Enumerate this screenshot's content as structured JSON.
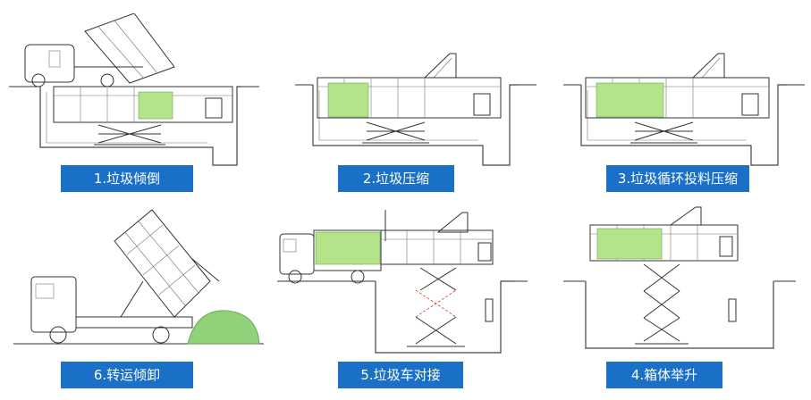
{
  "colors": {
    "label_bg": "#1a6fc6",
    "label_text": "#ffffff",
    "compartment": "#b5e38a",
    "garbage_pile": "#8fd27a",
    "line": "#333333"
  },
  "steps": [
    {
      "label": "1.垃圾倾倒"
    },
    {
      "label": "2.垃圾压缩"
    },
    {
      "label": "3.垃圾循环投料压缩"
    },
    {
      "label": "6.转运倾卸"
    },
    {
      "label": "5.垃圾车对接"
    },
    {
      "label": "4.箱体举升"
    }
  ]
}
